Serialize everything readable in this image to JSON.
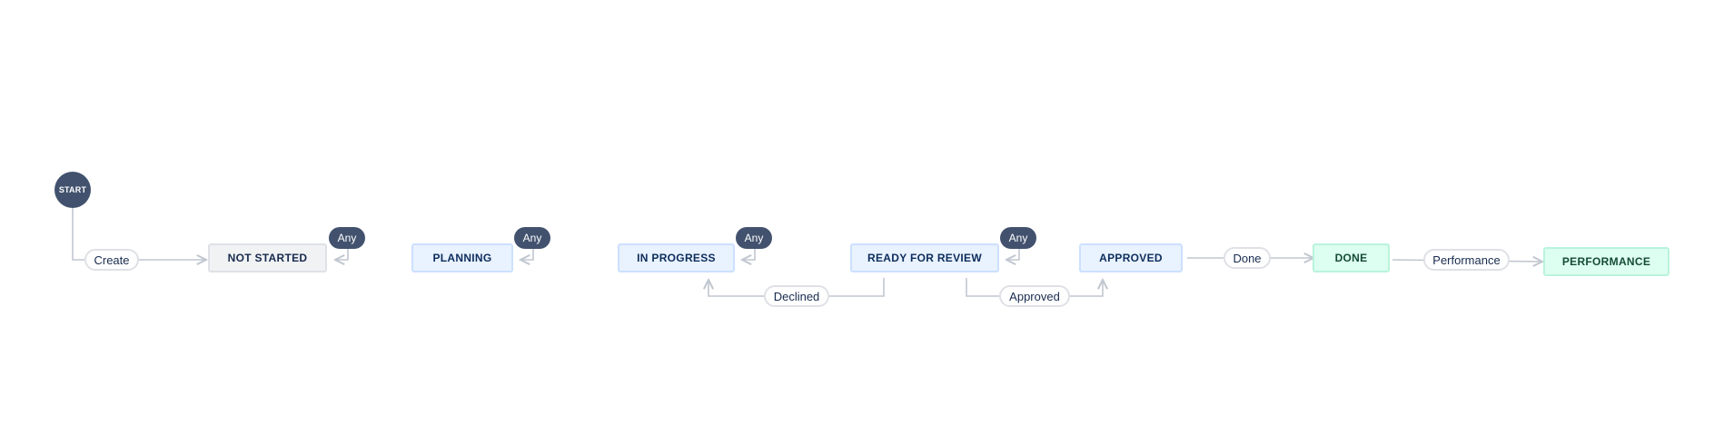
{
  "start": {
    "label": "START"
  },
  "statuses": {
    "not_started": "NOT STARTED",
    "planning": "PLANNING",
    "in_progress": "IN PROGRESS",
    "ready_for_review": "READY FOR REVIEW",
    "approved": "APPROVED",
    "done": "DONE",
    "performance": "PERFORMANCE"
  },
  "transitions": {
    "create": "Create",
    "declined": "Declined",
    "approved": "Approved",
    "done": "Done",
    "performance": "Performance"
  },
  "any_label": "Any",
  "colors": {
    "start_fill": "#42526e",
    "gray_status": "#f1f2f4",
    "blue_status": "#e9f2ff",
    "green_status": "#dcfff1",
    "edge": "#c1c7d0"
  }
}
